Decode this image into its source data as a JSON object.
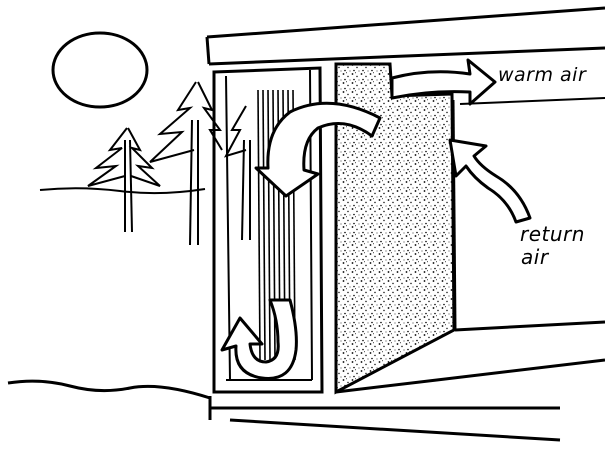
{
  "labels": {
    "warm_air": "warm air",
    "return_line1": "return",
    "return_line2": "air"
  },
  "colors": {
    "ink": "#000000",
    "paper": "#ffffff"
  }
}
